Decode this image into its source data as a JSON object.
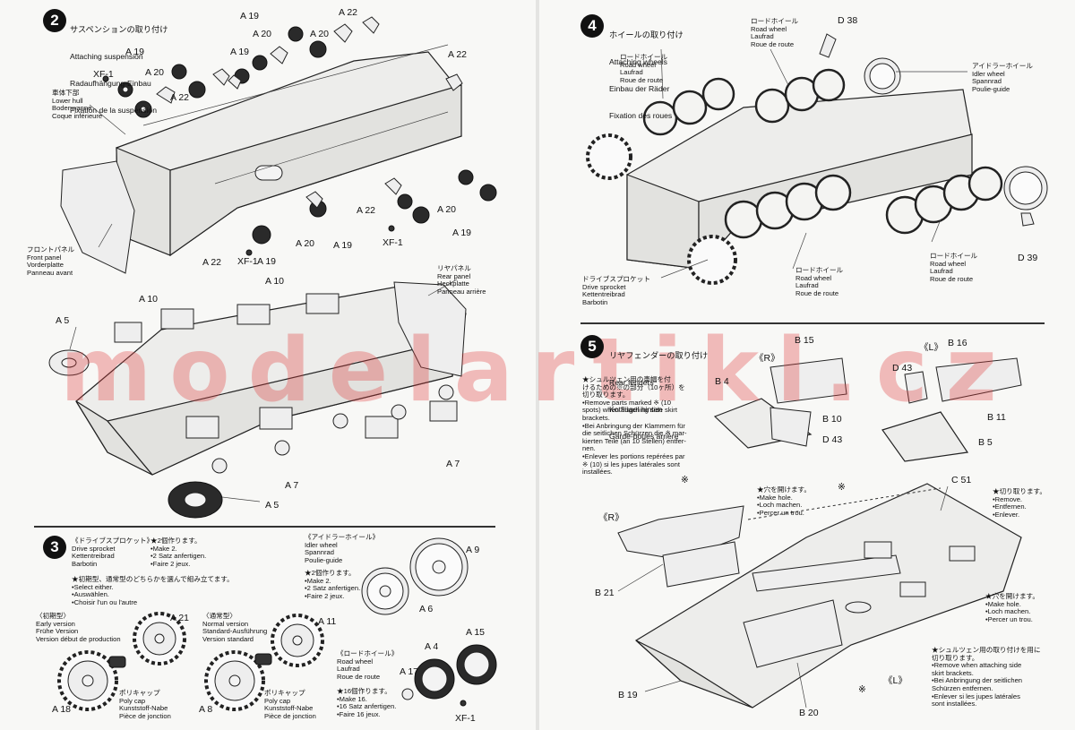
{
  "left": {
    "step2": {
      "number": "2",
      "title_jp": "サスペンションの取り付け",
      "title_en": "Attaching suspension",
      "title_de": "Radaufhängung-Einbau",
      "title_fr": "Fixation de la suspension",
      "lower_hull": "車体下部\nLower hull\nBodenwanne\nCoque inférieure",
      "front_panel": "フロントパネル\nFront panel\nVorderplatte\nPanneau avant",
      "rear_panel": "リヤパネル\nRear panel\nHeckplatte\nPanneau arrière",
      "parts": {
        "a19": "A 19",
        "a20": "A 20",
        "a22": "A 22",
        "xf1": "XF-1",
        "a10": "A 10",
        "a5": "A 5",
        "a7": "A 7"
      }
    },
    "step3": {
      "number": "3",
      "sprocket_title": "《ドライブスプロケット》\nDrive sprocket\nKettentreibrad\nBarbotin",
      "sprocket_make": "★2個作ります。\n•Make 2.\n•2 Satz anfertigen.\n•Faire 2 jeux.",
      "select_note": "★初期型、通常型のどちらかを選んで組み立てます。\n•Select either.\n•Auswählen.\n•Choisir l'un ou l'autre",
      "early": "〈初期型〉\nEarly version\nFrühe Version\nVersion début de production",
      "normal": "〈通常型〉\nNormal version\nStandard-Ausführung\nVersion standard",
      "polycap": "ポリキャップ\nPoly cap\nKunststoff-Nabe\nPièce de jonction",
      "idler_title": "《アイドラーホイール》\nIdler wheel\nSpannrad\nPoulie-guide",
      "idler_make": "★2個作ります。\n•Make 2.\n•2 Satz anfertigen.\n•Faire 2 jeux.",
      "road_title": "《ロードホイール》\nRoad wheel\nLaufrad\nRoue de route",
      "road_make": "★16個作ります。\n•Make 16.\n•16 Satz anfertigen.\n•Faire 16 jeux.",
      "parts": {
        "a21": "A 21",
        "a18": "A 18",
        "a11": "A 11",
        "a8": "A 8",
        "a9": "A 9",
        "a6": "A 6",
        "a4": "A 4",
        "a15": "A 15",
        "a17": "A 17",
        "xf1": "XF-1"
      }
    }
  },
  "right": {
    "step4": {
      "number": "4",
      "title_jp": "ホイールの取り付け",
      "title_en": "Attaching wheels",
      "title_de": "Einbau der Räder",
      "title_fr": "Fixation des roues",
      "road_wheel": "ロードホイール\nRoad wheel\nLaufrad\nRoue de route",
      "idler_wheel": "アイドラーホイール\nIdler wheel\nSpannrad\nPoulie-guide",
      "drive_sprocket": "ドライブスプロケット\nDrive sprocket\nKettentreibrad\nBarbotin",
      "parts": {
        "d38": "D 38",
        "d39": "D 39"
      }
    },
    "step5": {
      "number": "5",
      "title_jp": "リヤフェンダーの取り付け",
      "title_en": "Rear fenders",
      "title_de": "Kotflügel hinten",
      "title_fr": "Garde-boues arrière",
      "remove_note": "★シュルツェン用の車幅を付\nけるための※の部分（10ヶ所）を\n切り取ります。\n•Remove parts marked ※ (10\nspots) when attaching side skirt\nbrackets.\n•Bei Anbringung der Klammern für\ndie seitlichen Schürzen die ※ mar-\nkierten Teile (an 10 Stellen) entfer-\nnen.\n•Enlever les portions repérées par\n※ (10) si les jupes latérales sont\ninstallées.",
      "make_hole": "★穴を開けます。\n•Make hole.\n•Loch machen.\n•Percer un trou.",
      "cut_off": "★切り取ります。\n•Remove.\n•Entfernen.\n•Enlever.",
      "make_hole2": "★穴を開けます。\n•Make hole.\n•Loch machen.\n•Percer un trou.",
      "skirt_note": "★シュルツェン用の取り付けを用に\n切り取ります。\n•Remove when attaching side\nskirt brackets.\n•Bei Anbringung der seitlichen\nSchürzen entfernen.\n•Enlever si les jupes latérales\nsont installées.",
      "r": "《R》",
      "l": "《L》",
      "mark": "※",
      "parts": {
        "b15": "B 15",
        "b16": "B 16",
        "b4": "B 4",
        "d43": "D 43",
        "b10": "B 10",
        "b11": "B 11",
        "b5": "B 5",
        "c51": "C 51",
        "b21": "B 21",
        "b19": "B 19",
        "b20": "B 20"
      }
    }
  },
  "watermark": "modelartikl.cz"
}
